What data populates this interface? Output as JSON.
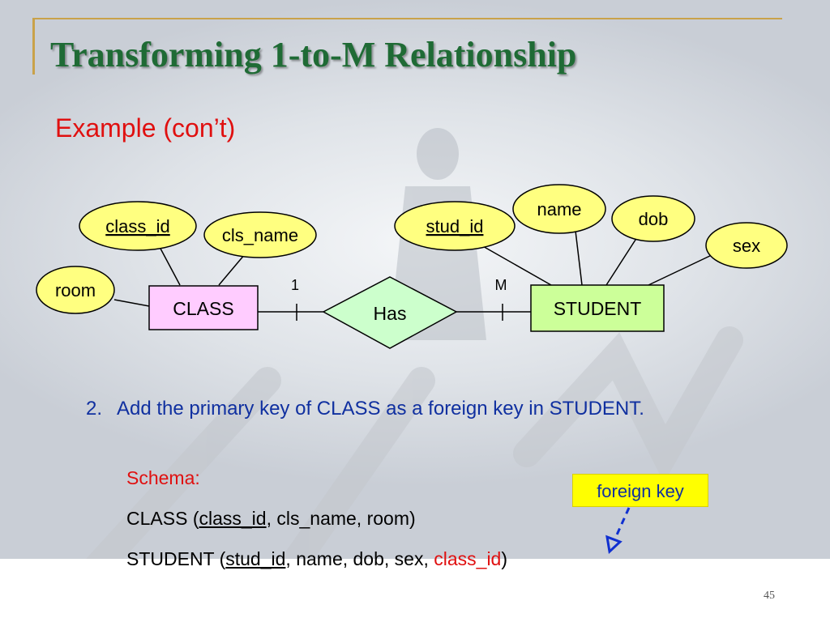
{
  "slide": {
    "title": "Transforming 1-to-M Relationship",
    "subtitle": "Example (con’t)",
    "page_number": "45"
  },
  "diagram": {
    "entities": {
      "class": "CLASS",
      "student": "STUDENT"
    },
    "relationship": "Has",
    "cardinality": {
      "class_side": "1",
      "student_side": "M"
    },
    "class_attributes": {
      "class_id": "class_id",
      "cls_name": "cls_name",
      "room": "room"
    },
    "student_attributes": {
      "stud_id": "stud_id",
      "name": "name",
      "dob": "dob",
      "sex": "sex"
    }
  },
  "step": {
    "number": "2.",
    "text": "Add the primary key of CLASS as a foreign key in STUDENT."
  },
  "schema": {
    "label": "Schema:",
    "class_row": {
      "prefix": "CLASS (",
      "key": "class_id",
      "rest": ", cls_name, room)"
    },
    "student_row": {
      "prefix": "STUDENT (",
      "key": "stud_id",
      "middle": ", name, dob, sex, ",
      "foreign_key": "class_id",
      "suffix": ")"
    }
  },
  "callout": {
    "label": "foreign key"
  },
  "colors": {
    "title": "#1f6b35",
    "subtitle": "#e01010",
    "attribute_fill": "#ffff80",
    "class_fill": "#ffccff",
    "student_fill": "#ccff99",
    "relationship_fill": "#ccffcc",
    "bullet_text": "#1030a0",
    "callout_fill": "#ffff00",
    "arrow": "#1030d0"
  }
}
